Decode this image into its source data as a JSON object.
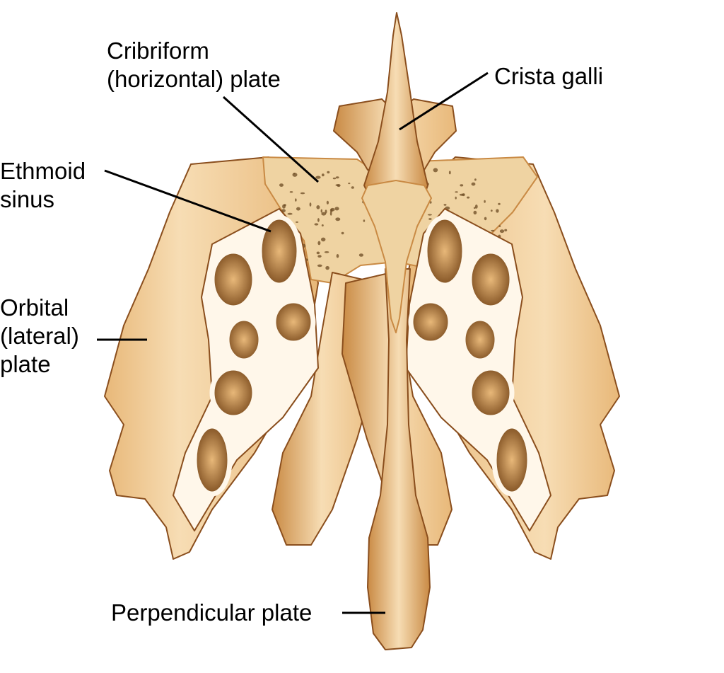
{
  "diagram": {
    "subject": "ethmoid-bone",
    "colors": {
      "bone_light": "#f7ddb4",
      "bone_mid": "#e8b879",
      "bone_dark": "#c98a44",
      "bone_shadow": "#8a4e1d",
      "cribriform": "#efd3a2",
      "pore": "#6b4a22",
      "sinus_dark": "#6e3e12",
      "sinus_rim": "#fff7ea",
      "leader": "#000000"
    },
    "labels": {
      "cribriform": [
        "Cribriform",
        "(horizontal) plate"
      ],
      "crista_galli": "Crista galli",
      "ethmoid_sinus": [
        "Ethmoid",
        "sinus"
      ],
      "orbital_plate": [
        "Orbital",
        "(lateral)",
        "plate"
      ],
      "perpendicular_plate": "Perpendicular plate"
    }
  }
}
